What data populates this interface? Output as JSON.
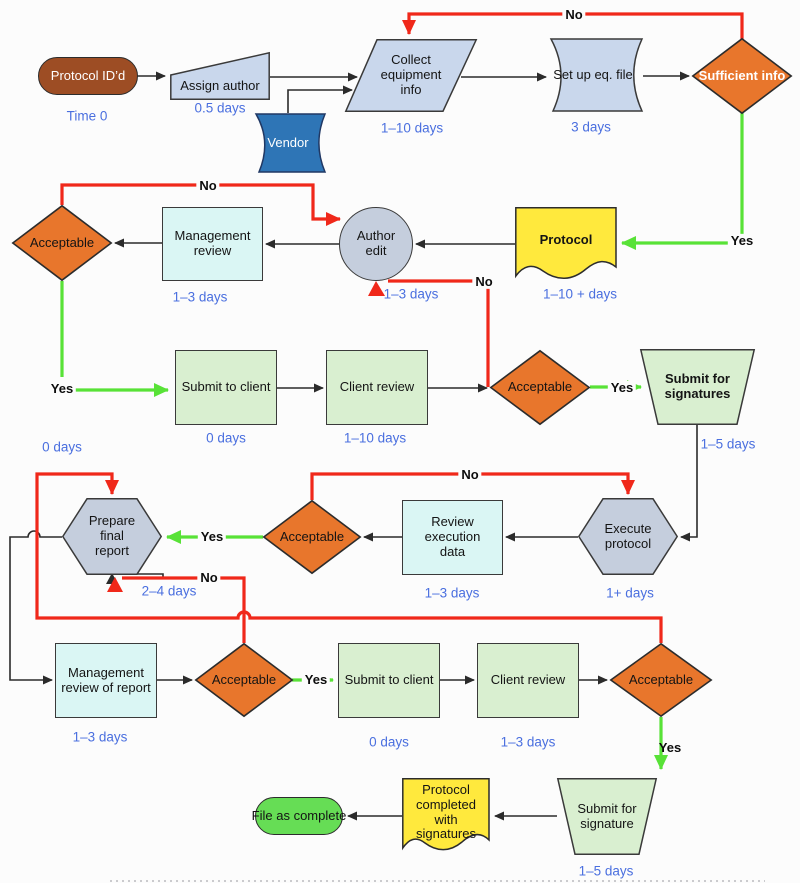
{
  "colors": {
    "process_light_blue": "#c9d7ec",
    "vendor_blue": "#2e75b6",
    "start_brown": "#9d4d24",
    "decision_orange": "#e8762c",
    "review_cyan": "#daf6f4",
    "client_green": "#d9efd0",
    "document_yellow": "#ffe93d",
    "hexagon_gray_blue": "#c5cedd",
    "end_bright_green": "#66dd55",
    "no_line_red": "#f0281a",
    "yes_line_green": "#58e237",
    "connector_black": "#2b2b2b",
    "days_text_blue": "#4a6fdf"
  },
  "nodes": {
    "protocol_idd": {
      "label": "Protocol ID’d",
      "days": "Time 0"
    },
    "assign_author": {
      "label": "Assign author",
      "days": "0.5 days"
    },
    "vendor": {
      "label": "Vendor"
    },
    "collect_equipment": {
      "label": "Collect\nequipment\ninfo",
      "days": "1–10 days"
    },
    "set_up_eq_file": {
      "label": "Set up eq. file",
      "days": "3 days"
    },
    "sufficient_info": {
      "label": "Sufficient info"
    },
    "acceptable_1": {
      "label": "Acceptable"
    },
    "management_review": {
      "label": "Management\nreview",
      "days": "1–3 days"
    },
    "author_edit": {
      "label": "Author\nedit",
      "days": "1–3 days"
    },
    "protocol": {
      "label": "Protocol",
      "days": "1–10 + days"
    },
    "submit_to_client_1": {
      "label": "Submit to client",
      "days": "0 days"
    },
    "client_review_1": {
      "label": "Client review",
      "days": "1–10 days"
    },
    "acceptable_2": {
      "label": "Acceptable"
    },
    "submit_for_signatures": {
      "label": "Submit for\nsignatures",
      "days": "1–5 days"
    },
    "prepare_final_report": {
      "label": "Prepare\nfinal\nreport",
      "days": "2–4 days"
    },
    "acceptable_3": {
      "label": "Acceptable"
    },
    "review_execution_data": {
      "label": "Review execution\ndata",
      "days": "1–3 days"
    },
    "execute_protocol": {
      "label": "Execute\nprotocol",
      "days": "1+ days"
    },
    "management_review_report": {
      "label": "Management\nreview of report",
      "days": "1–3 days"
    },
    "acceptable_4": {
      "label": "Acceptable"
    },
    "submit_to_client_2": {
      "label": "Submit to client",
      "days": "0 days"
    },
    "client_review_2": {
      "label": "Client review",
      "days": "1–3 days"
    },
    "acceptable_5": {
      "label": "Acceptable"
    },
    "submit_for_signature": {
      "label": "Submit for\nsignature",
      "days": "1–5 days"
    },
    "protocol_completed": {
      "label": "Protocol completed\nwith signatures"
    },
    "file_as_complete": {
      "label": "File as complete"
    }
  },
  "edge_labels": {
    "no_1": "No",
    "no_2": "No",
    "no_3": "No",
    "no_4": "No",
    "no_5": "No",
    "yes_1": "Yes",
    "yes_2": "Yes",
    "yes_3": "Yes",
    "yes_4": "Yes",
    "yes_5": "Yes",
    "yes_6": "Yes"
  },
  "branch_days": {
    "yes_2_days": "0 days"
  }
}
